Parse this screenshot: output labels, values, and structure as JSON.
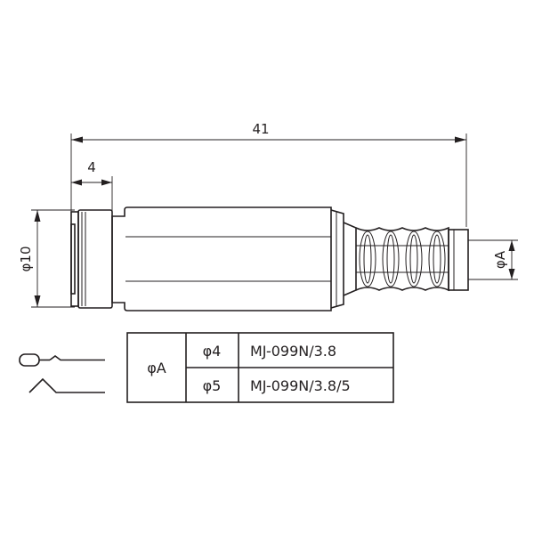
{
  "dimensions": {
    "overall_length": "41",
    "front_length": "4",
    "body_diameter": "φ10",
    "cable_diameter": "φA"
  },
  "spec_table": {
    "header": "φA",
    "rows": [
      {
        "diameter": "φ4",
        "model": "MJ-099N/3.8"
      },
      {
        "diameter": "φ5",
        "model": "MJ-099N/3.8/5"
      }
    ]
  },
  "schematic_symbol": "jack-schematic-icon"
}
